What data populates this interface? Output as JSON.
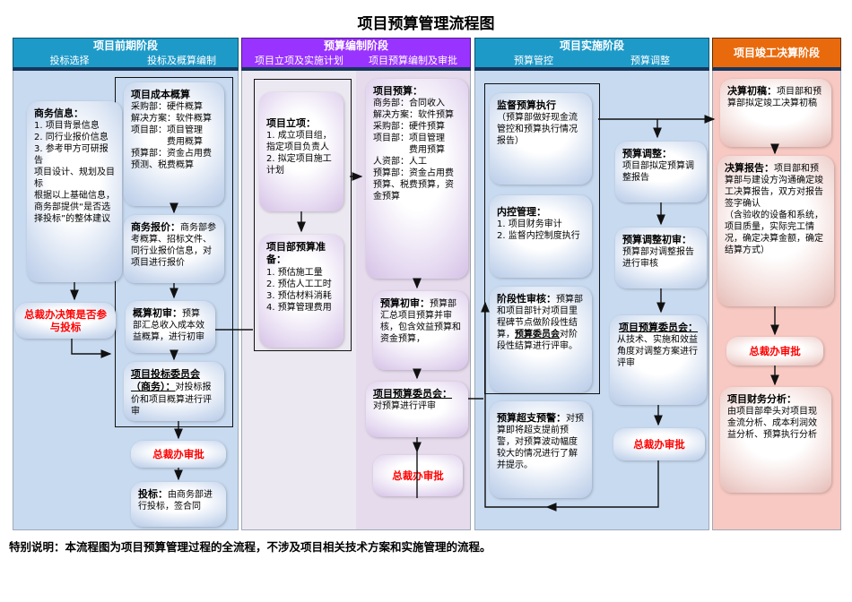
{
  "page_title": "项目预算管理流程图",
  "footnote": "特别说明：本流程图为项目预算管理过程的全流程，不涉及项目相关技术方案和实施管理的流程。",
  "colors": {
    "stage_blue_header": "#1E9AC8",
    "stage_purple_header": "#9933FF",
    "stage_orange_header": "#E96A0D",
    "navy_divider": "#17375D",
    "blue_body": "#C8DAF0",
    "purple_body": "#E5DBEC",
    "pink_body": "#F8C9C3",
    "alert_red": "#FF0000"
  },
  "stages": [
    {
      "title": "项目前期阶段",
      "lanes": [
        "投标选择",
        "投标及概算编制"
      ]
    },
    {
      "title": "预算编制阶段",
      "lanes": [
        "项目立项及实施计划",
        "项目预算编制及审批"
      ]
    },
    {
      "title": "项目实施阶段",
      "lanes": [
        "预算管控",
        "预算调整"
      ]
    },
    {
      "title": "项目竣工决算阶段",
      "lanes": []
    }
  ],
  "boxes": {
    "business_info": {
      "title": "商务信息：",
      "body": "1. 项目背景信息\n2. 同行业报价信息\n3. 参考甲方可研报告\n项目设计、规划及目标\n根据以上基础信息，商务部提供“是否选择投标”的整体建议"
    },
    "ceo_bid_decision": {
      "label": "总裁办决策是否参与投标"
    },
    "cost_estimate": {
      "title": "项目成本概算",
      "body": "采购部：硬件概算\n解决方案：软件概算\n项目部：项目管理\n　　　　费用概算\n预算部：资金占用费预测、税费概算"
    },
    "business_quote": {
      "title": "商务报价：",
      "body": "商务部参考概算、招标文件、同行业报价信息，对项目进行报价"
    },
    "estimate_first_review": {
      "title": "概算初审：",
      "body": "预算部汇总收入成本效益概算，进行初审"
    },
    "bid_committee": {
      "title": "项目投标委员会（商务）：",
      "body": "对投标报价和项目概算进行评审"
    },
    "ceo_approve_bid": {
      "label": "总裁办审批"
    },
    "bid": {
      "title": "投标：",
      "body": "由商务部进行投标，签合同"
    },
    "project_initiation": {
      "title": "项目立项：",
      "body": "1. 成立项目组，指定项目负责人\n2. 拟定项目施工计划"
    },
    "dept_budget_prep": {
      "title": "项目部预算准备：",
      "body": "1. 预估施工量\n2. 预估人工工时\n3. 预估材料消耗\n4. 预算管理费用"
    },
    "project_budget": {
      "title": "项目预算：",
      "body": "商务部：合同收入\n解决方案：软件预算\n采购部：硬件预算\n项目部：项目管理\n　　　　费用预算\n人资部：人工\n预算部：资金占用费预算、税费预算，资金预算"
    },
    "budget_first_review": {
      "title": "预算初审：",
      "body": "预算部汇总项目预算并审核，包含效益预算和资金预算，"
    },
    "budget_committee": {
      "title": "项目预算委员会：",
      "body": "对预算进行评审"
    },
    "ceo_approve_budget": {
      "label": "总裁办审批"
    },
    "supervise_execution": {
      "title": "监督预算执行",
      "body": "（预算部做好现金流管控和预算执行情况报告）"
    },
    "internal_control": {
      "title": "内控管理：",
      "body": "1. 项目财务审计\n2. 监督内控制度执行"
    },
    "stage_review": {
      "title": "阶段性审核：",
      "body_1": "预算部和项目部针对项目里程碑节点做阶段性结算，",
      "emphasis": "预算委员会",
      "body_2": "对阶段性结算进行评审。"
    },
    "overspend_warning": {
      "title": "预算超支预警：",
      "body": "对预算即将超支提前预警，对预算波动幅度较大的情况进行了解并提示。"
    },
    "budget_adjust": {
      "title": "预算调整：",
      "body": "项目部拟定预算调整报告"
    },
    "adjust_first_review": {
      "title": "预算调整初审：",
      "body": "预算部对调整报告进行审核"
    },
    "adjust_committee": {
      "title": "项目预算委员会：",
      "body": "从技术、实施和效益角度对调整方案进行评审"
    },
    "ceo_approve_adjust": {
      "label": "总裁办审批"
    },
    "final_draft": {
      "title": "决算初稿：",
      "body": "项目部和预算部拟定竣工决算初稿"
    },
    "final_report": {
      "title": "决算报告：",
      "body": "项目部和预算部与建设方沟通确定竣工决算报告，双方对报告签字确认\n（含验收的设备和系统，项目质量，实际完工情况，确定决算金额，确定结算方式）"
    },
    "ceo_approve_final": {
      "label": "总裁办审批"
    },
    "financial_analysis": {
      "title": "项目财务分析：",
      "body": "由项目部牵头对项目现金流分析、成本利润效益分析、预算执行分析"
    }
  }
}
